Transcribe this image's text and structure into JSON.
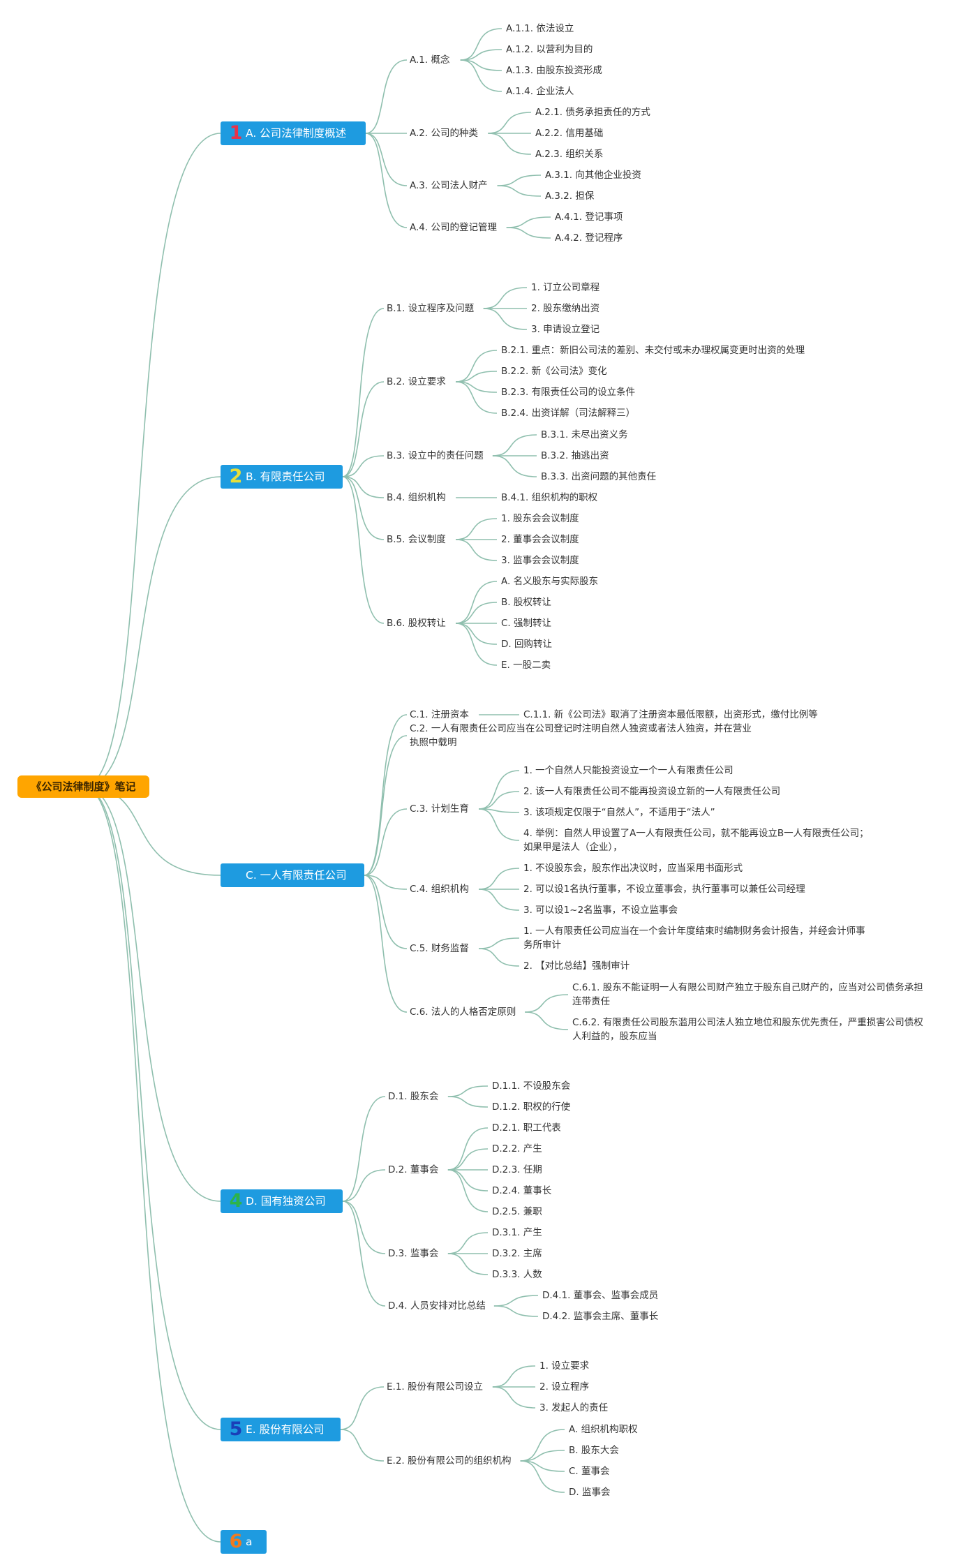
{
  "root": {
    "label": "《公司法律制度》笔记"
  },
  "colors": {
    "root_fill": "#ffa500",
    "branch_fill": "#1e9be0",
    "edge": "#8fbfae",
    "badge1": "#e8334a",
    "badge2": "#e8df3a",
    "badge4": "#2db34a",
    "badge5": "#1a3fb8",
    "badge6": "#f07a1e"
  },
  "branches": {
    "a": {
      "badge": "1",
      "label": "A. 公司法律制度概述",
      "c1": "A.1. 概念",
      "c1_1": "A.1.1. 依法设立",
      "c1_2": "A.1.2. 以营利为目的",
      "c1_3": "A.1.3. 由股东投资形成",
      "c1_4": "A.1.4. 企业法人",
      "c2": "A.2. 公司的种类",
      "c2_1": "A.2.1. 债务承担责任的方式",
      "c2_2": "A.2.2. 信用基础",
      "c2_3": "A.2.3. 组织关系",
      "c3": "A.3. 公司法人财产",
      "c3_1": "A.3.1. 向其他企业投资",
      "c3_2": "A.3.2. 担保",
      "c4": "A.4. 公司的登记管理",
      "c4_1": "A.4.1. 登记事项",
      "c4_2": "A.4.2. 登记程序"
    },
    "b": {
      "badge": "2",
      "label": "B. 有限责任公司",
      "c1": "B.1. 设立程序及问题",
      "c1_1": "1. 订立公司章程",
      "c1_2": "2. 股东缴纳出资",
      "c1_3": "3. 申请设立登记",
      "c2": "B.2. 设立要求",
      "c2_1": "B.2.1. 重点：新旧公司法的差别、未交付或未办理权属变更时出资的处理",
      "c2_2": "B.2.2. 新《公司法》变化",
      "c2_3": "B.2.3. 有限责任公司的设立条件",
      "c2_4": "B.2.4. 出资详解（司法解释三）",
      "c3": "B.3. 设立中的责任问题",
      "c3_1": "B.3.1. 未尽出资义务",
      "c3_2": "B.3.2. 抽逃出资",
      "c3_3": "B.3.3. 出资问题的其他责任",
      "c4": "B.4. 组织机构",
      "c4_1": "B.4.1. 组织机构的职权",
      "c5": "B.5. 会议制度",
      "c5_1": "1. 股东会会议制度",
      "c5_2": "2. 董事会会议制度",
      "c5_3": "3. 监事会会议制度",
      "c6": "B.6. 股权转让",
      "c6_1": "A. 名义股东与实际股东",
      "c6_2": "B. 股权转让",
      "c6_3": "C. 强制转让",
      "c6_4": "D. 回购转让",
      "c6_5": "E. 一股二卖"
    },
    "c": {
      "badge": "",
      "label": "C. 一人有限责任公司",
      "c1": "C.1. 注册资本",
      "c1_1": "C.1.1. 新《公司法》取消了注册资本最低限额，出资形式，缴付比例等",
      "c2": "C.2. 一人有限责任公司应当在公司登记时注明自然人独资或者法人独资，并在营业执照中载明",
      "c3": "C.3. 计划生育",
      "c3_1": "1. 一个自然人只能投资设立一个一人有限责任公司",
      "c3_2": "2. 该一人有限责任公司不能再投资设立新的一人有限责任公司",
      "c3_3": "3. 该项规定仅限于“自然人”，不适用于“法人”",
      "c3_4": "4. 举例：自然人甲设置了A一人有限责任公司，就不能再设立B一人有限责任公司；如果甲是法人（企业），",
      "c4": "C.4. 组织机构",
      "c4_1": "1. 不设股东会，股东作出决议时，应当采用书面形式",
      "c4_2": "2. 可以设1名执行董事，不设立董事会，执行董事可以兼任公司经理",
      "c4_3": "3. 可以设1~2名监事，不设立监事会",
      "c5": "C.5. 财务监督",
      "c5_1": "1. 一人有限责任公司应当在一个会计年度结束时编制财务会计报告，并经会计师事务所审计",
      "c5_2": "2. 【对比总结】强制审计",
      "c6": "C.6. 法人的人格否定原则",
      "c6_1": "C.6.1. 股东不能证明一人有限公司财产独立于股东自己财产的，应当对公司债务承担连带责任",
      "c6_2": "C.6.2. 有限责任公司股东滥用公司法人独立地位和股东优先责任，严重损害公司债权人利益的，股东应当"
    },
    "d": {
      "badge": "4",
      "label": "D. 国有独资公司",
      "c1": "D.1. 股东会",
      "c1_1": "D.1.1. 不设股东会",
      "c1_2": "D.1.2. 职权的行使",
      "c2": "D.2. 董事会",
      "c2_1": "D.2.1. 职工代表",
      "c2_2": "D.2.2. 产生",
      "c2_3": "D.2.3. 任期",
      "c2_4": "D.2.4. 董事长",
      "c2_5": "D.2.5. 兼职",
      "c3": "D.3. 监事会",
      "c3_1": "D.3.1. 产生",
      "c3_2": "D.3.2. 主席",
      "c3_3": "D.3.3. 人数",
      "c4": "D.4. 人员安排对比总结",
      "c4_1": "D.4.1. 董事会、监事会成员",
      "c4_2": "D.4.2. 监事会主席、董事长"
    },
    "e": {
      "badge": "5",
      "label": "E. 股份有限公司",
      "c1": "E.1. 股份有限公司设立",
      "c1_1": "1. 设立要求",
      "c1_2": "2. 设立程序",
      "c1_3": "3. 发起人的责任",
      "c2": "E.2. 股份有限公司的组织机构",
      "c2_1": "A. 组织机构职权",
      "c2_2": "B. 股东大会",
      "c2_3": "C. 董事会",
      "c2_4": "D. 监事会"
    },
    "f": {
      "badge": "6",
      "label": "a"
    }
  }
}
